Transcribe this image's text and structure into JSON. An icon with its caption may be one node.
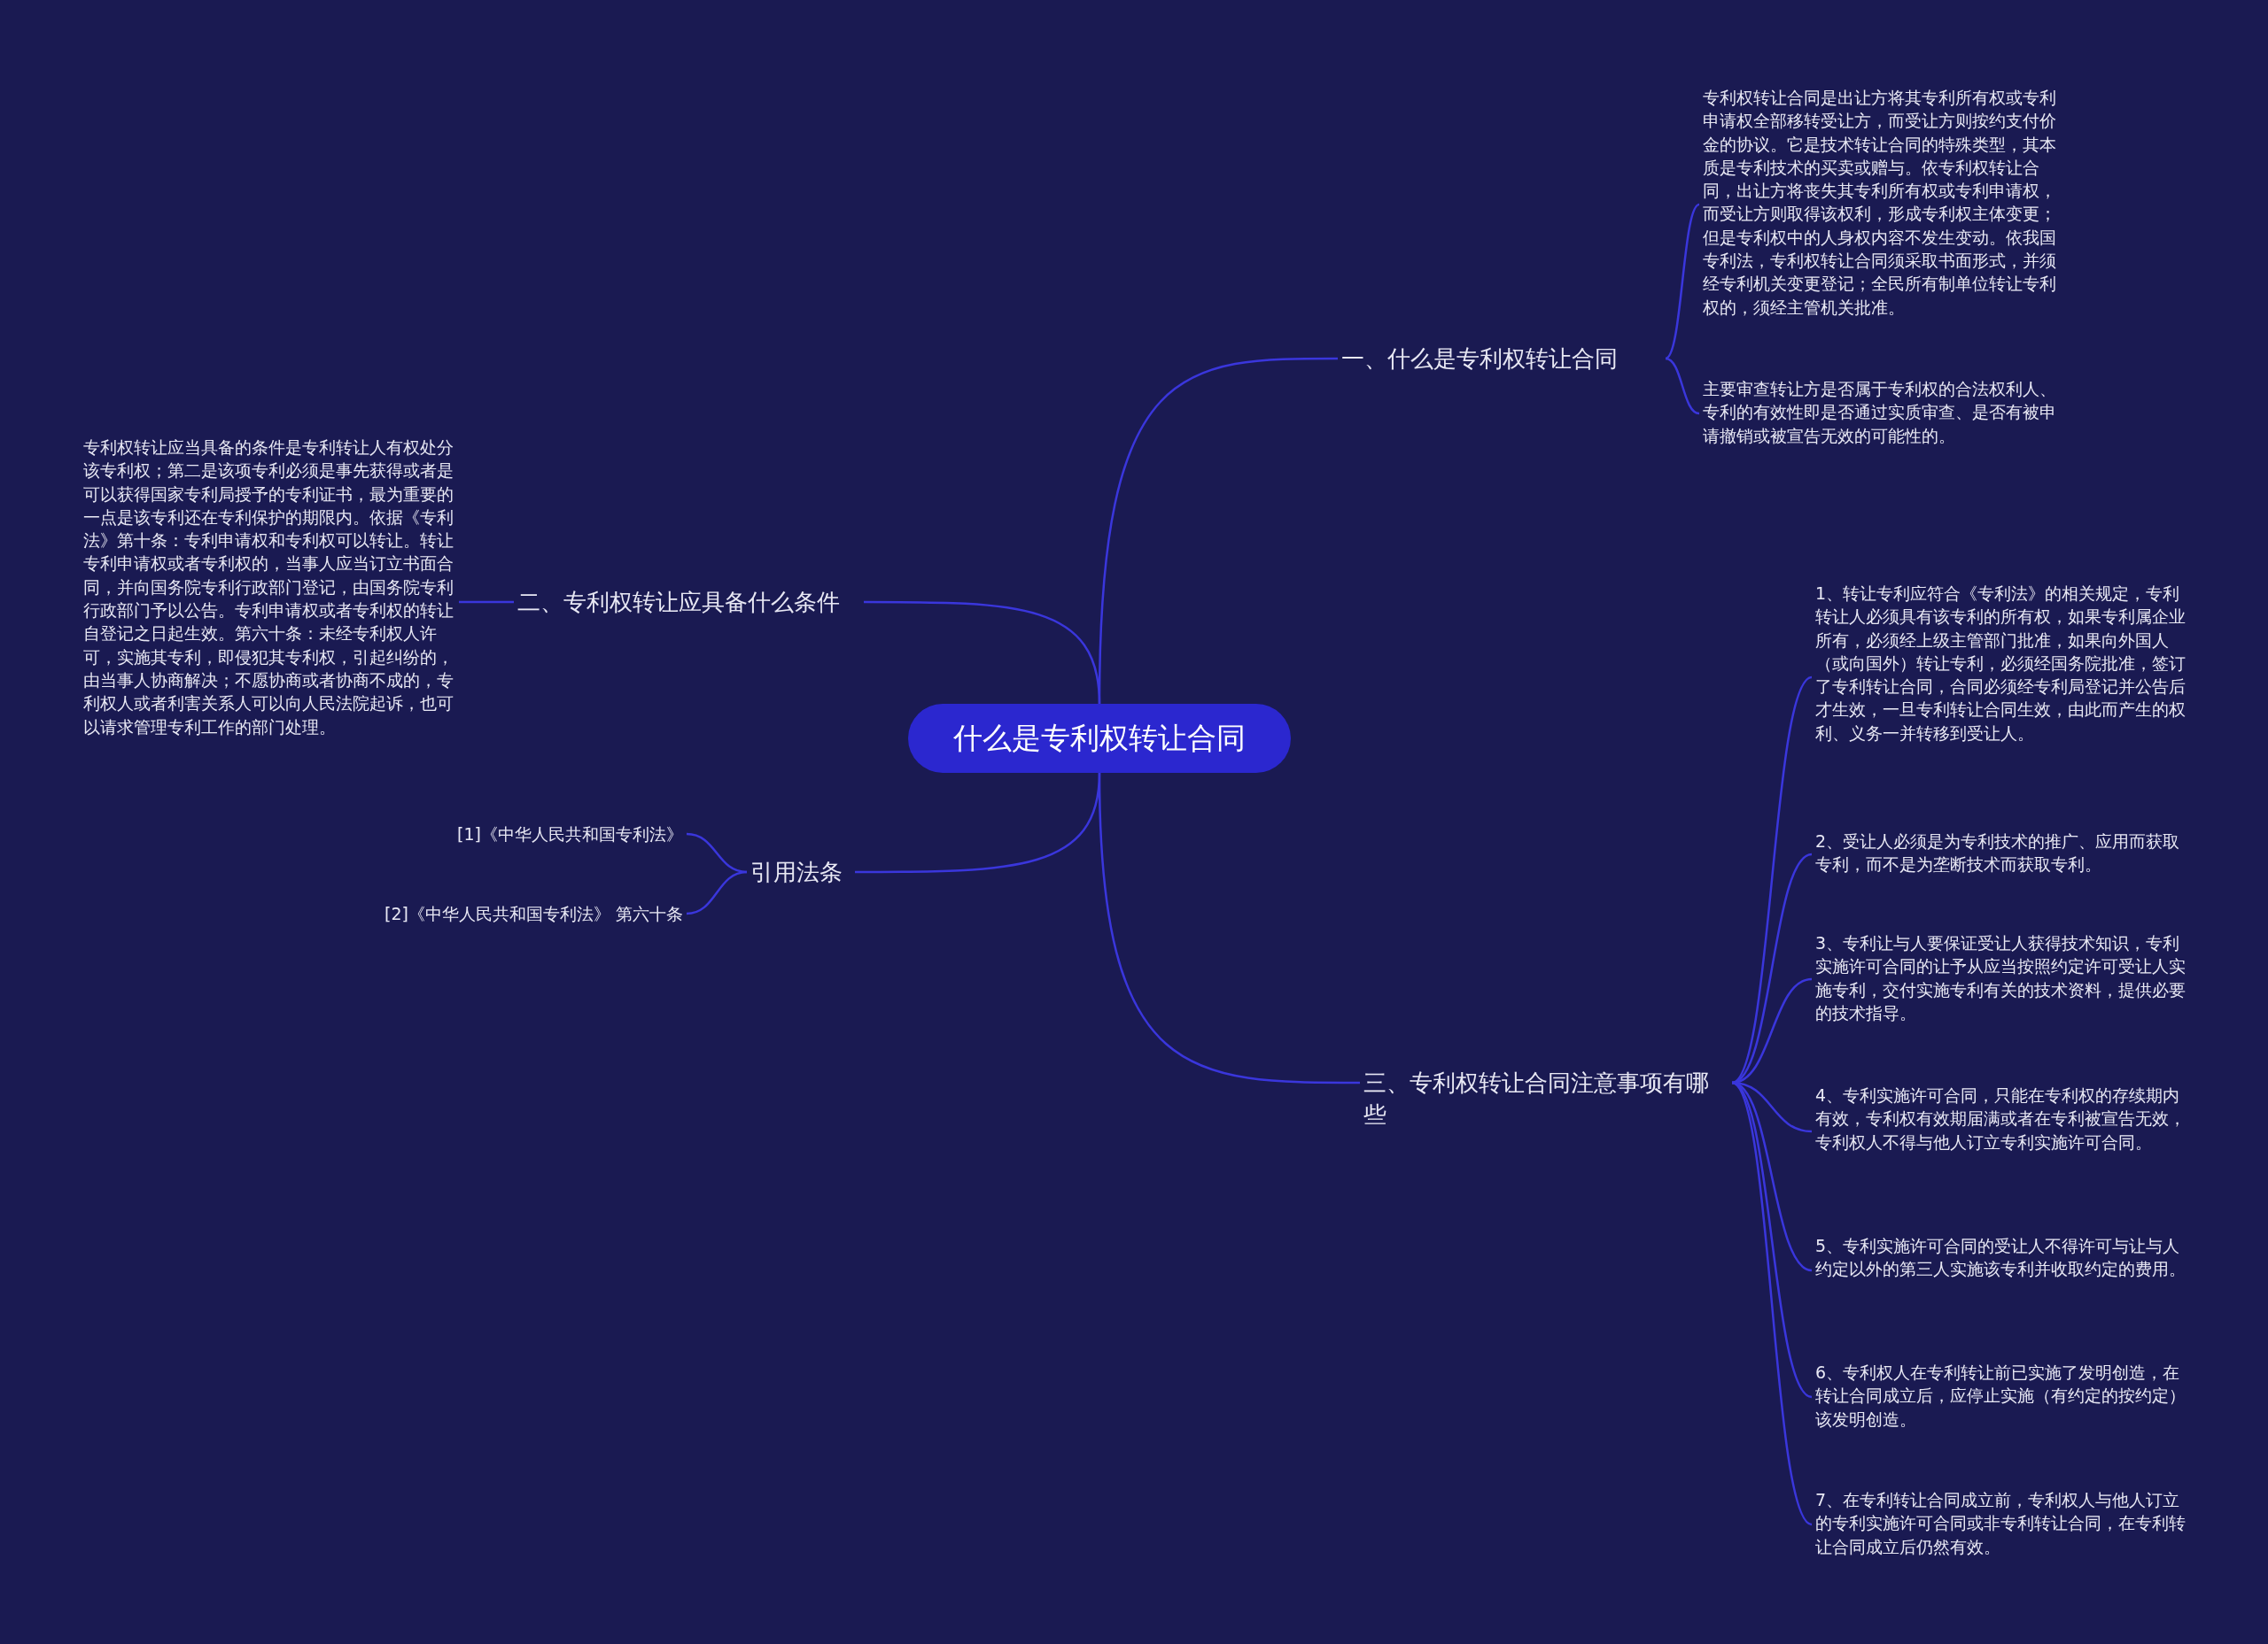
{
  "diagram": {
    "nodes": [
      {
        "text": [
          "什么是专利权转让合同"
        ]
      },
      {
        "text": [
          "一、什么是专利权转让合同"
        ]
      },
      {
        "text": [
          "专利权转让合同是出让方将其专利所有权或专利申请权全部移转受让方，而受让方则按约支付价金的协议。它是技术转让合同的特殊类型，其本质是专利技术的买卖或赠与。依专利权转让合同，出让方将丧失其专利所有权或专利申请权，而受让方则取得该权利，形成专利权主体变更；但是专利权中的人身权内容不发生变动。依我国专利法，专利权转让合同须采取书面形式，并须经专利机关变更登记；全民所有制单位转让专利权的，须经主管机关批准。"
        ]
      },
      {
        "text": [
          "主要审查转让方是否属于专利权的合法权利人、专利的有效性即是否通过实质审查、是否有被申请撤销或被宣告无效的可能性的。"
        ]
      },
      {
        "text": [
          "二、专利权转让应具备什么条件"
        ]
      },
      {
        "text": [
          "专利权转让应当具备的条件是专利转让人有权处分该专利权；第二是该项专利必须是事先获得或者是可以获得国家专利局授予的专利证书，最为重要的一点是该专利还在专利保护的期限内。依据《专利法》第十条：专利申请权和专利权可以转让。转让专利申请权或者专利权的，当事人应当订立书面合同，并向国务院专利行政部门登记，由国务院专利行政部门予以公告。专利申请权或者专利权的转让自登记之日起生效。第六十条：未经专利权人许可，实施其专利，即侵犯其专利权，引起纠纷的，由当事人协商解决；不愿协商或者协商不成的，专利权人或者利害关系人可以向人民法院起诉，也可以请求管理专利工作的部门处理。"
        ]
      },
      {
        "text": [
          "引用法条"
        ]
      },
      {
        "text": [
          "[1]《中华人民共和国专利法》"
        ]
      },
      {
        "text": [
          "[2]《中华人民共和国专利法》 第六十条"
        ]
      },
      {
        "text": [
          "三、专利权转让合同注意事项有哪些"
        ]
      },
      {
        "text": [
          "1、转让专利应符合《专利法》的相关规定，专利转让人必须具有该专利的所有权，如果专利属企业所有，必须经上级主管部门批准，如果向外国人（或向国外）转让专利，必须经国务院批准，签订了专利转让合同，合同必须经专利局登记并公告后才生效，一旦专利转让合同生效，由此而产生的权利、义务一并转移到受让人。"
        ]
      },
      {
        "text": [
          "2、受让人必须是为专利技术的推广、应用而获取专利，而不是为垄断技术而获取专利。"
        ]
      },
      {
        "text": [
          "3、专利让与人要保证受让人获得技术知识，专利实施许可合同的让予从应当按照约定许可受让人实施专利，交付实施专利有关的技术资料，提供必要的技术指导。"
        ]
      },
      {
        "text": [
          "4、专利实施许可合同，只能在专利权的存续期内有效，专利权有效期届满或者在专利被宣告无效，专利权人不得与他人订立专利实施许可合同。"
        ]
      },
      {
        "text": [
          "5、专利实施许可合同的受让人不得许可与让与人约定以外的第三人实施该专利并收取约定的费用。"
        ]
      },
      {
        "text": [
          "6、专利权人在专利转让前已实施了发明创造，在转让合同成立后，应停止实施（有约定的按约定）该发明创造。"
        ]
      },
      {
        "text": [
          "7、在专利转让合同成立前，专利权人与他人订立的专利实施许可合同或非专利转让合同，在专利转让合同成立后仍然有效。"
        ]
      }
    ],
    "edges": [
      {
        "from": 0,
        "to": 1,
        "arrow": "none"
      },
      {
        "from": 1,
        "to": 2,
        "arrow": "none"
      },
      {
        "from": 1,
        "to": 3,
        "arrow": "none"
      },
      {
        "from": 0,
        "to": 4,
        "arrow": "none"
      },
      {
        "from": 4,
        "to": 5,
        "arrow": "none"
      },
      {
        "from": 0,
        "to": 6,
        "arrow": "none"
      },
      {
        "from": 6,
        "to": 7,
        "arrow": "none"
      },
      {
        "from": 6,
        "to": 8,
        "arrow": "none"
      },
      {
        "from": 0,
        "to": 9,
        "arrow": "none"
      },
      {
        "from": 9,
        "to": 10,
        "arrow": "none"
      },
      {
        "from": 9,
        "to": 11,
        "arrow": "none"
      },
      {
        "from": 9,
        "to": 12,
        "arrow": "none"
      },
      {
        "from": 9,
        "to": 13,
        "arrow": "none"
      },
      {
        "from": 9,
        "to": 14,
        "arrow": "none"
      },
      {
        "from": 9,
        "to": 15,
        "arrow": "none"
      },
      {
        "from": 9,
        "to": 16,
        "arrow": "none"
      }
    ]
  }
}
